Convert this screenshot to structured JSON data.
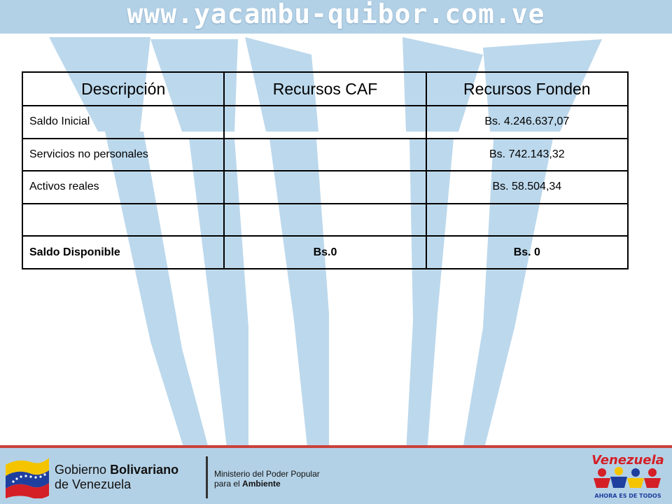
{
  "header": {
    "url": "www.yacambu-quibor.com.ve"
  },
  "table": {
    "headers": [
      "Descripción",
      "Recursos CAF",
      "Recursos Fonden"
    ],
    "rows": [
      [
        "Saldo Inicial",
        "",
        "Bs. 4.246.637,07"
      ],
      [
        "Servicios no personales",
        "",
        "Bs. 742.143,32"
      ],
      [
        "Activos reales",
        "",
        "Bs. 58.504,34"
      ],
      [
        "",
        "",
        ""
      ],
      [
        "Saldo Disponible",
        "Bs.0",
        "Bs. 0"
      ]
    ]
  },
  "footer": {
    "gov_prefix": "Gobierno ",
    "gov_bold": "Bolivariano",
    "gov_line2": "de Venezuela",
    "ministry_line1": "Ministerio del Poder Popular",
    "ministry_line2_prefix": "para el ",
    "ministry_line2_bold": "Ambiente",
    "brand_title": "Venezuela",
    "brand_slogan": "AHORA ES DE TODOS"
  },
  "colors": {
    "band": "#b3d1e6",
    "logo_blue": "#bcd8ec",
    "accent_red": "#c9413a"
  }
}
